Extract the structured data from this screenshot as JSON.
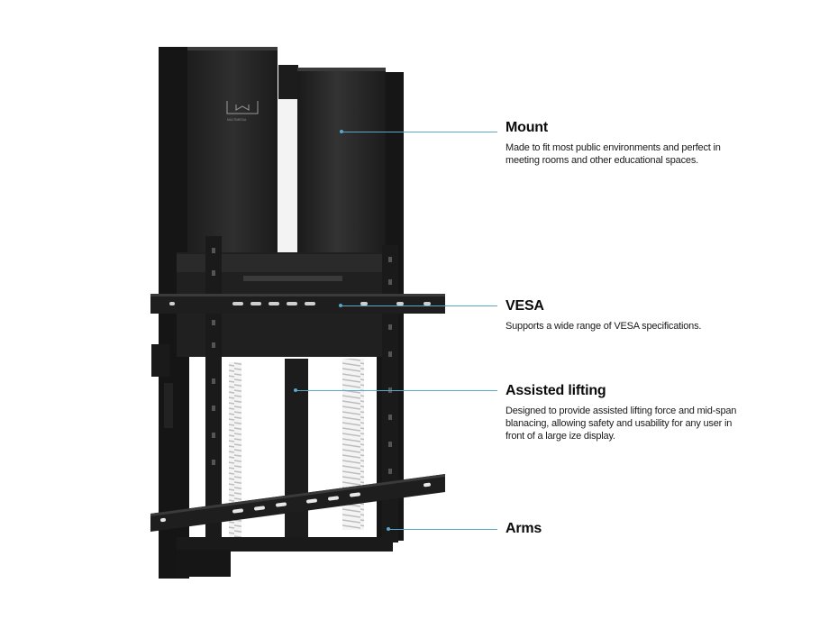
{
  "brand": {
    "logo_text": "LML",
    "logo_subtext": "MULTIMEDIA"
  },
  "accent_color": "#5aa7c8",
  "features": [
    {
      "title": "Mount",
      "description": "Made to fit most public environments and perfect in meeting rooms and other educational spaces."
    },
    {
      "title": "VESA",
      "description": "Supports a wide range of VESA specifications."
    },
    {
      "title": "Assisted lifting",
      "description": "Designed to provide assisted lifting force and mid-span blanacing, allowing safety and usability for any user in front of a large ize display."
    },
    {
      "title": "Arms",
      "description": ""
    }
  ]
}
